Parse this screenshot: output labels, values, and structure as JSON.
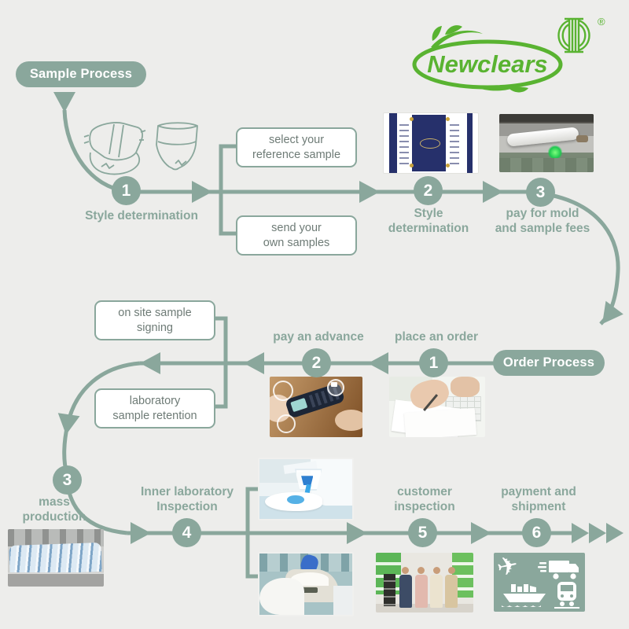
{
  "colors": {
    "accent": "#8AA79C",
    "background": "#EDEDEB",
    "logo_green": "#59B331",
    "box_text": "#6E7B76",
    "badge_text": "#FFFFFF"
  },
  "brand": {
    "name": "Newclears",
    "monogram": "DC",
    "registered": "®"
  },
  "badges": {
    "sample": "Sample Process",
    "order": "Order Process"
  },
  "sample_flow": {
    "step1": {
      "number": "1",
      "label": "Style determination",
      "image_name": "diaper-style-drawings"
    },
    "options": [
      {
        "label": "select your\nreference sample"
      },
      {
        "label": "send your\nown samples"
      }
    ],
    "step2": {
      "number": "2",
      "label": "Style\ndetermination",
      "image_name": "package-design-photo"
    },
    "step3": {
      "number": "3",
      "label": "pay for mold\nand sample fees",
      "image_name": "mold-machine-photo"
    }
  },
  "order_flow": {
    "step1": {
      "number": "1",
      "label": "place an order",
      "image_name": "order-signing-photo"
    },
    "step2": {
      "number": "2",
      "label": "pay an advance",
      "image_name": "payment-terminal-photo"
    },
    "options": [
      {
        "label": "on site sample\nsigning"
      },
      {
        "label": "laboratory\nsample retention"
      }
    ],
    "step3": {
      "number": "3",
      "label": "mass\nproduction",
      "image_name": "mass-production-photo"
    },
    "step4": {
      "number": "4",
      "label": "Inner  laboratory\nInspection",
      "image_names": [
        "absorbency-test-photo",
        "lab-machine-photo"
      ]
    },
    "step5": {
      "number": "5",
      "label": "customer\ninspection",
      "image_name": "customer-visit-photo"
    },
    "step6": {
      "number": "6",
      "label": "payment and\nshipment",
      "icons": [
        "airplane-icon",
        "truck-icon",
        "ship-icon",
        "train-icon"
      ]
    }
  }
}
